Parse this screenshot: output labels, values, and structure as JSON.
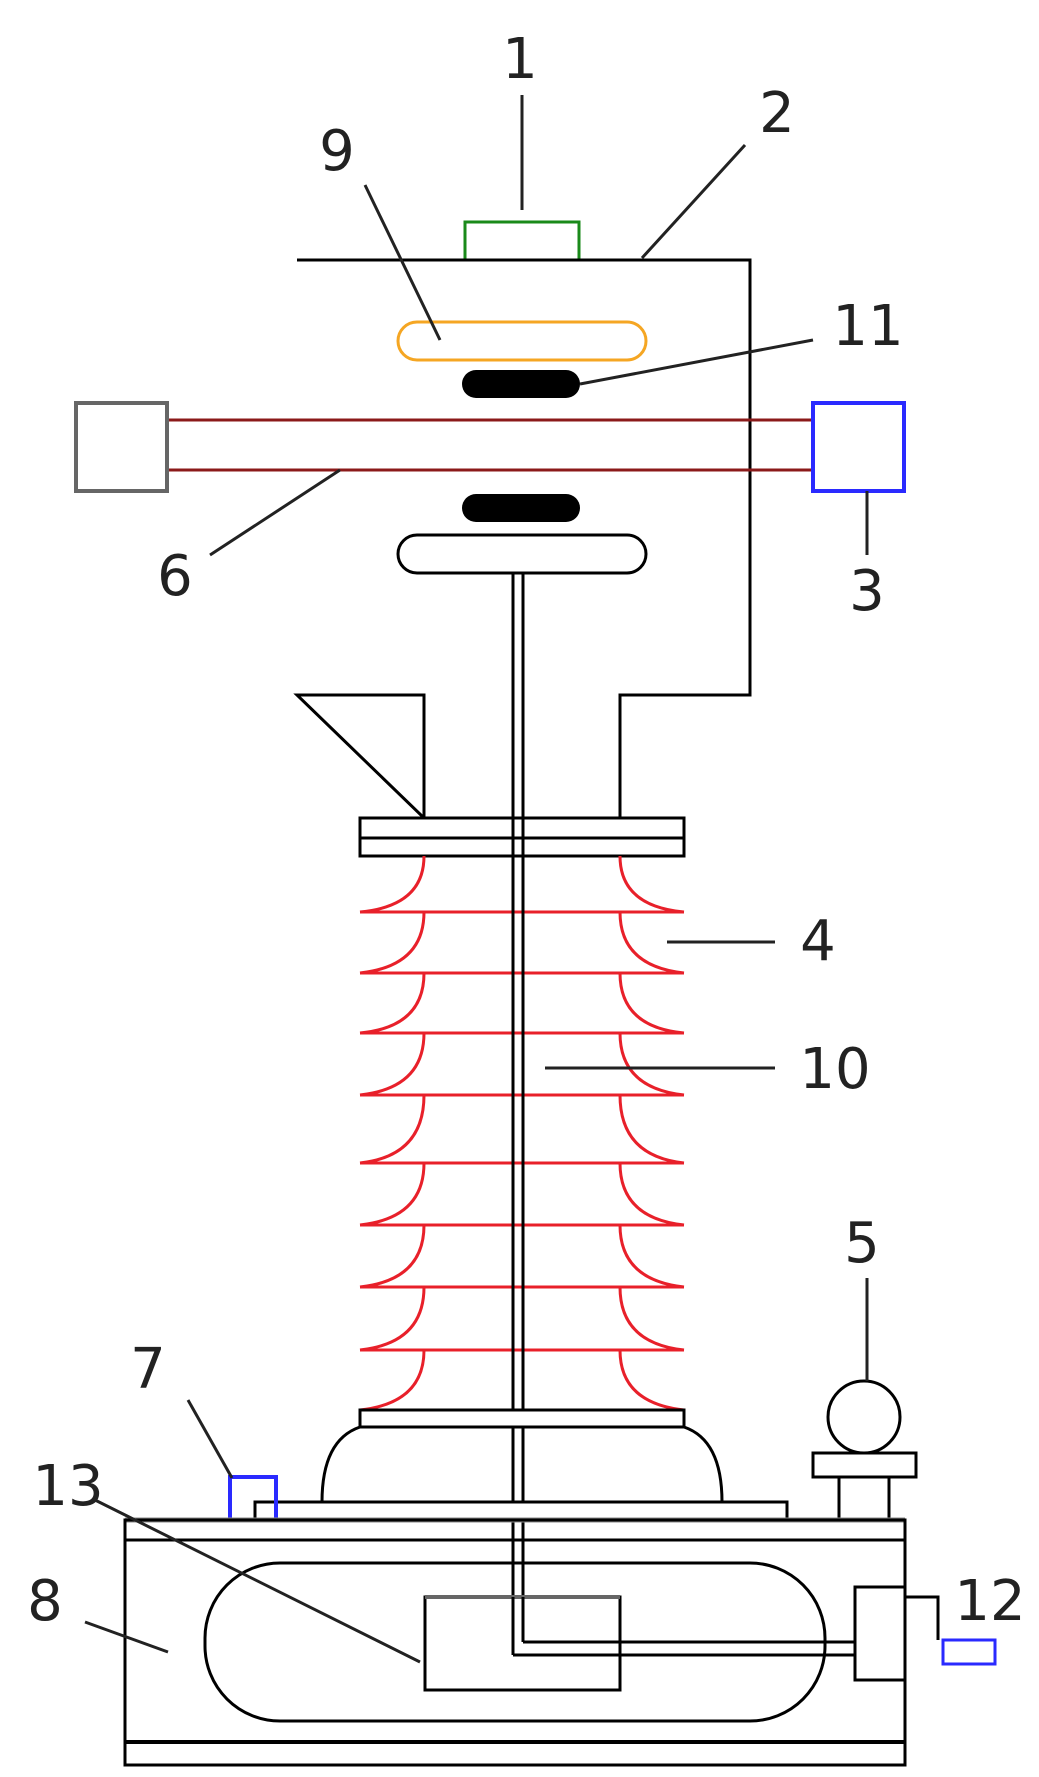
{
  "labels": {
    "l1": "1",
    "l2": "2",
    "l3": "3",
    "l4": "4",
    "l5": "5",
    "l6": "6",
    "l7": "7",
    "l8": "8",
    "l9": "9",
    "l10": "10",
    "l11": "11",
    "l12": "12",
    "l13": "13"
  },
  "colors": {
    "outline": "#000000",
    "top_fitting": "#1a8a1a",
    "upper_ring": "#f5a623",
    "rod": "#8b1a1a",
    "insulator_sheds": "#e8202a",
    "blue_parts": "#2a2aff",
    "grey": "#666666"
  }
}
